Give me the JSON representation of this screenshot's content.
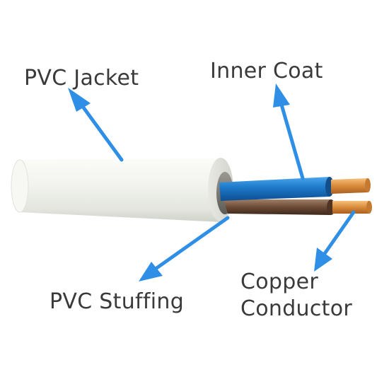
{
  "labels": {
    "pvc_jacket": "PVC Jacket",
    "inner_coat": "Inner Coat",
    "pvc_stuffing": "PVC Stuffing",
    "copper_line1": "Copper",
    "copper_line2": "Conductor"
  },
  "colors": {
    "arrow": "#2f8fe6",
    "jacket": "#f2f3ef",
    "wire_blue": "#1d78c8",
    "wire_brown": "#6b4a36",
    "copper": "#d98a3a",
    "label_text": "#3a3a3a"
  }
}
